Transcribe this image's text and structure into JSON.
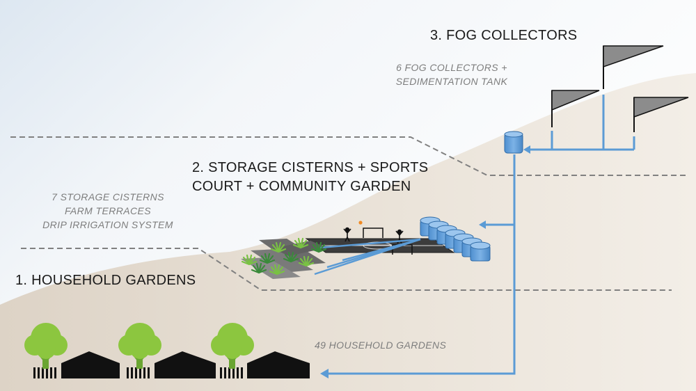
{
  "zones": {
    "fog": {
      "title": "3. FOG COLLECTORS",
      "details": [
        "6 FOG COLLECTORS +",
        "SEDIMENTATION TANK"
      ]
    },
    "storage": {
      "title_lines": [
        "2. STORAGE CISTERNS + SPORTS",
        "COURT + COMMUNITY GARDEN"
      ],
      "details": [
        "7 STORAGE CISTERNS",
        "FARM TERRACES",
        "DRIP IRRIGATION SYSTEM"
      ]
    },
    "household": {
      "title": "1. HOUSEHOLD GARDENS",
      "details": [
        "49 HOUSEHOLD GARDENS"
      ]
    }
  },
  "colors": {
    "water": "#5b9bd5",
    "hill": "#e9e1d6",
    "tree": "#8cc63f",
    "house": "#111111",
    "flag": "#8c8c8c",
    "divider": "#808080"
  }
}
